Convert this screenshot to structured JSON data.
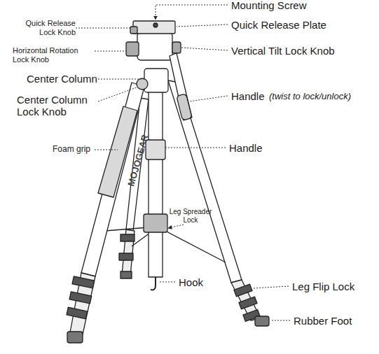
{
  "diagram": {
    "labels": [
      "Mounting Screw",
      "Quick Release Lock Knob",
      "Quick Release Plate",
      "Horizontal Rotation Lock Knob",
      "Vertical Tilt Lock Knob",
      "Center Column",
      "Center Column Lock Knob",
      "Handle",
      "(twist to lock/unlock)",
      "Foam grip",
      "MOJOGEAR",
      "Handle",
      "Leg Spreader Lock",
      "Hook",
      "Leg Flip Lock",
      "Rubber Foot"
    ]
  }
}
